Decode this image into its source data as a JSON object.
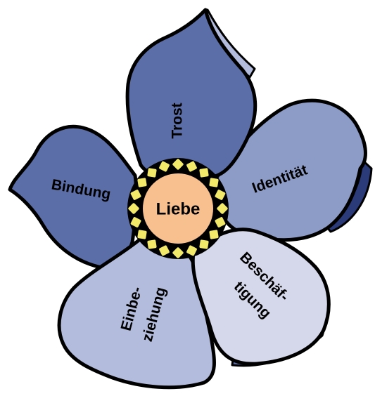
{
  "petals": {
    "top": "Trost",
    "right": "Identität",
    "left": "Bindung",
    "bottom_left_line1": "Einbe-",
    "bottom_left_line2": "ziehung",
    "bottom_right_line1": "Beschäf-",
    "bottom_right_line2": "tigung"
  },
  "center": {
    "label": "Liebe"
  },
  "colors": {
    "petal_dark": "#5c6ea8",
    "petal_mid": "#8d9bc7",
    "petal_light": "#b3bcdc",
    "petal_pale": "#d5d8ea",
    "petal_shadow": "#2b3a78",
    "stamen": "#f2e96b",
    "center": "#f8c08e"
  }
}
